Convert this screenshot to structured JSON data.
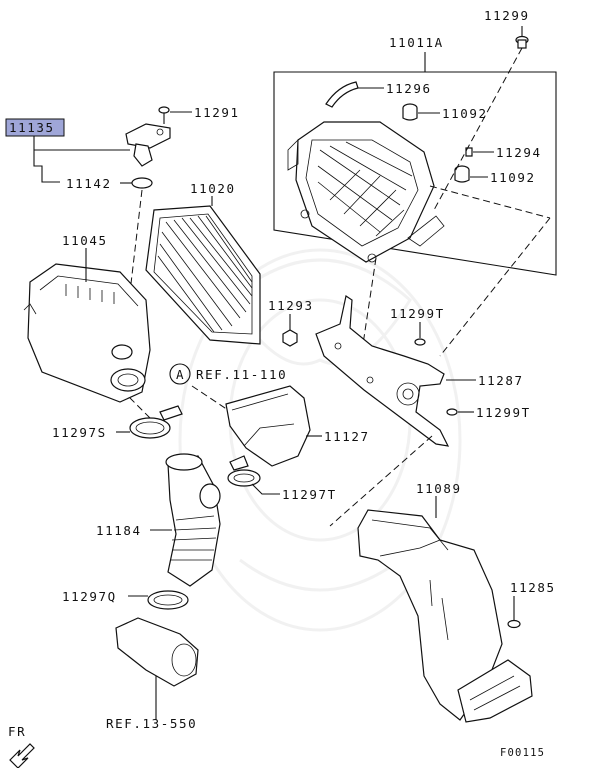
{
  "parts": {
    "p11299": "11299",
    "p11011A": "11011A",
    "p11296": "11296",
    "p11092_top": "11092",
    "p11294": "11294",
    "p11092_bottom": "11092",
    "p11135": "11135",
    "p11291": "11291",
    "p11142": "11142",
    "p11020": "11020",
    "p11045": "11045",
    "p11293": "11293",
    "p11299T_top": "11299T",
    "p11287": "11287",
    "p11299T_bottom": "11299T",
    "ref_11_110": "REF.11-110",
    "ref_circle": "A",
    "p11127": "11127",
    "p11297S": "11297S",
    "p11297T": "11297T",
    "p11089": "11089",
    "p11184": "11184",
    "p11285": "11285",
    "p11297Q": "11297Q",
    "ref_13_550": "REF.13-550"
  },
  "orientation": "FR",
  "figure_code": "F00115",
  "colors": {
    "highlight": "#9fa6d8",
    "ink": "#111111"
  }
}
